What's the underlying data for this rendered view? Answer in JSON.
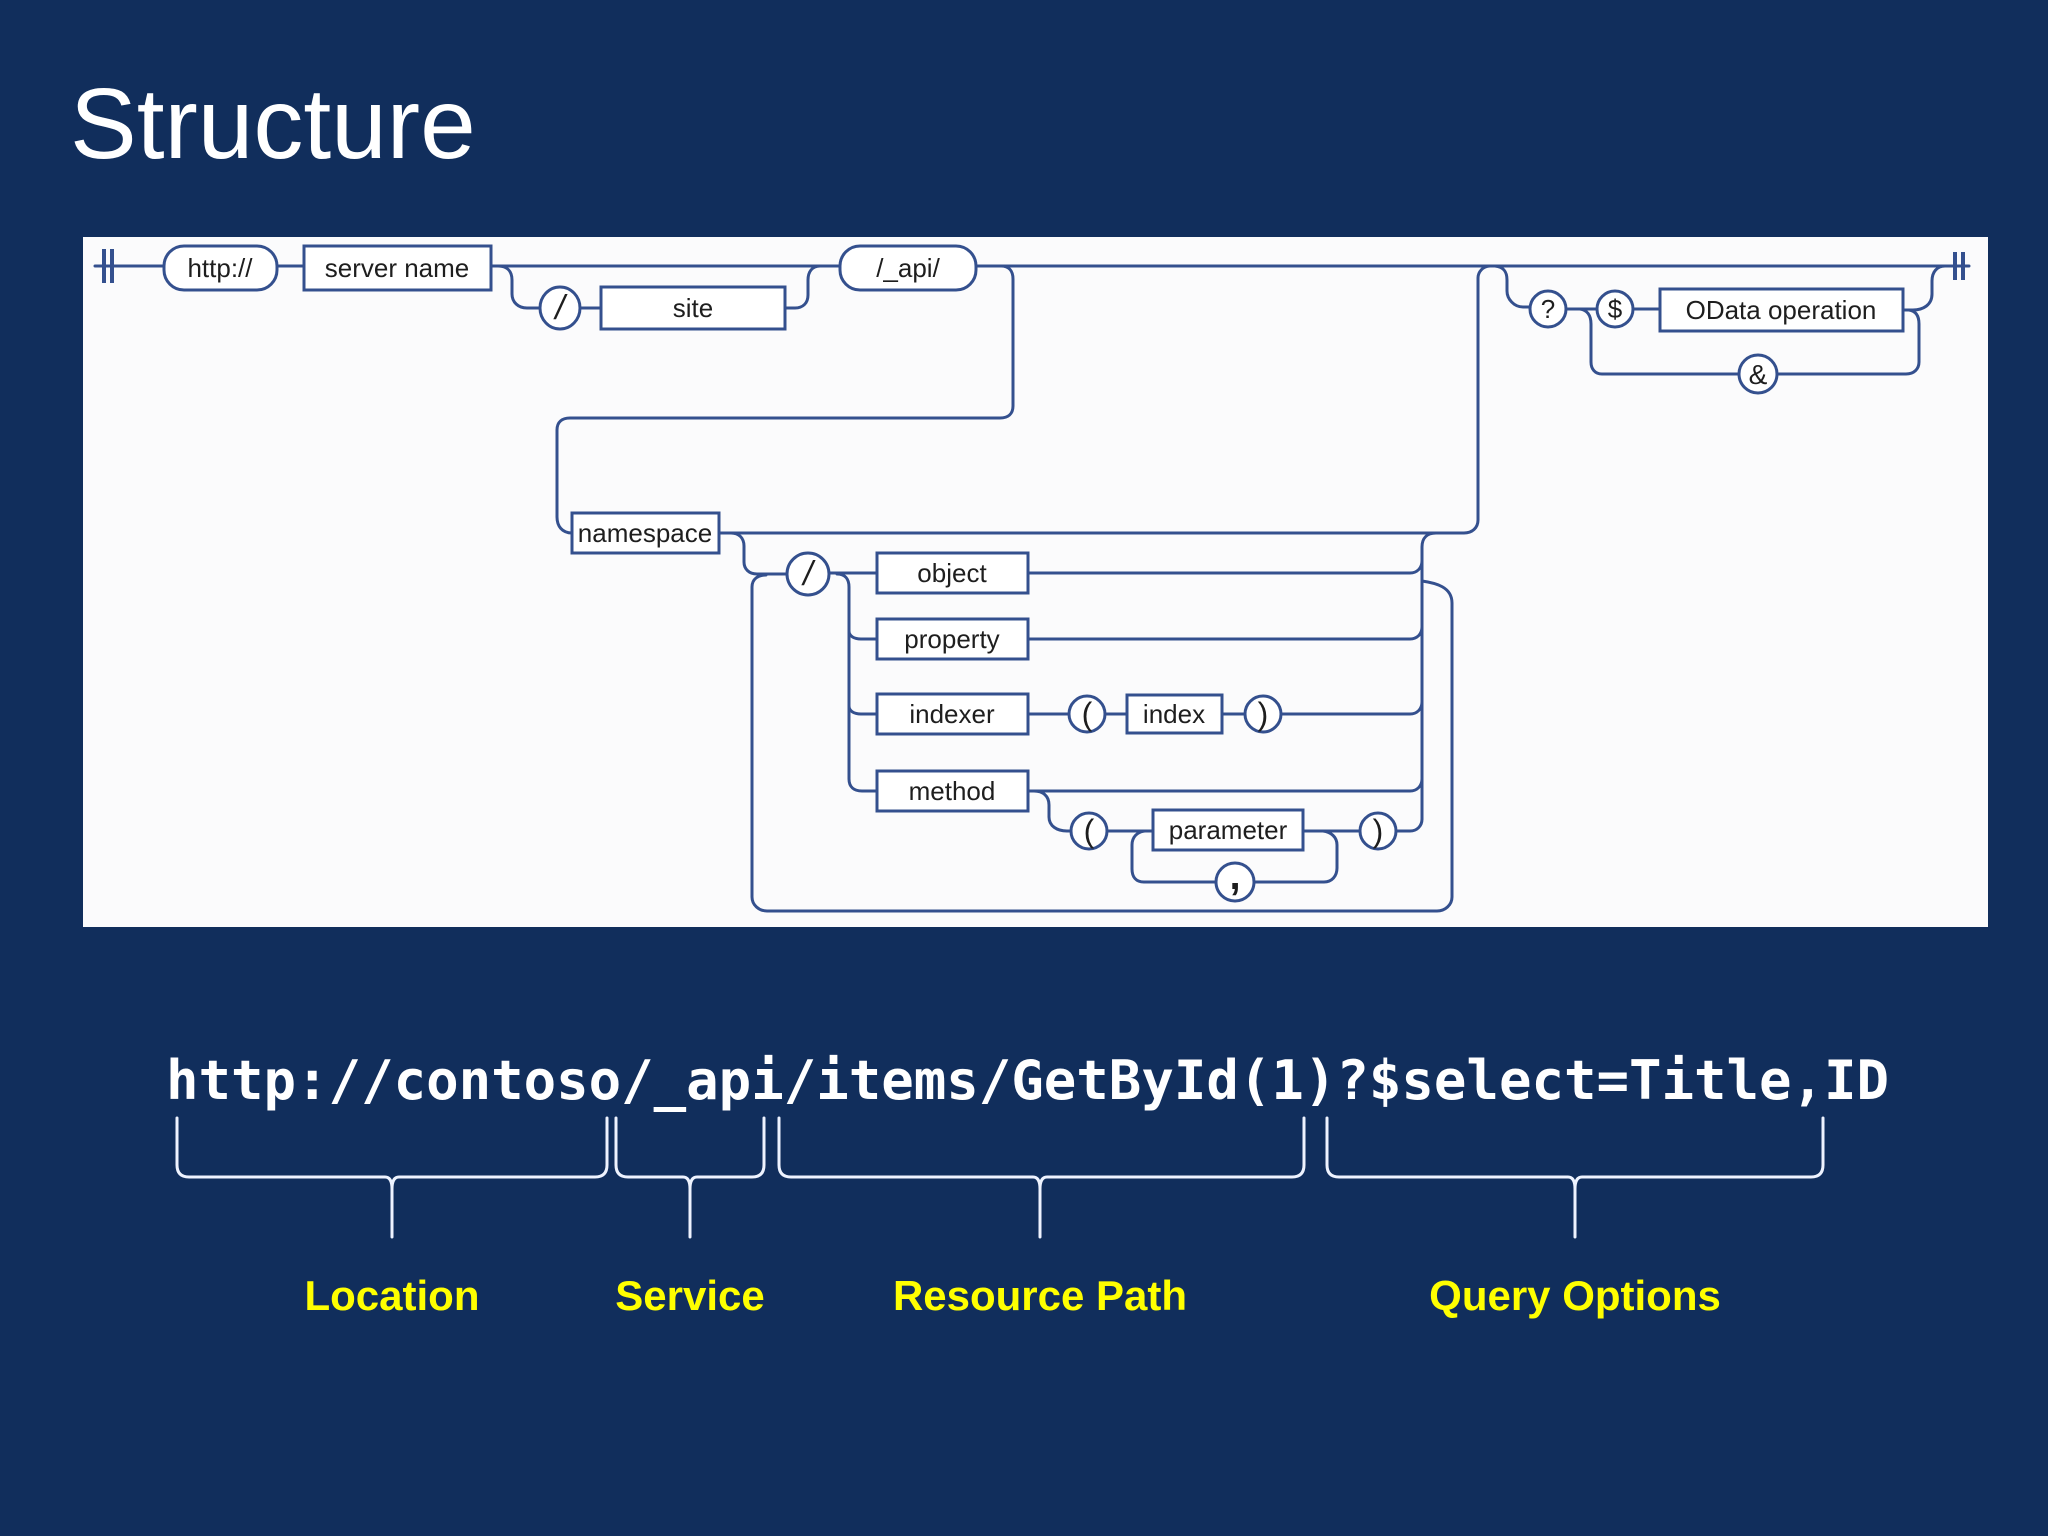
{
  "slide": {
    "title": "Structure",
    "colors": {
      "background": "#112e5c",
      "panel": "#fbfbfc",
      "diagram_line": "#34508e",
      "diagram_text": "#1e1e1e",
      "url_text": "#ffffff",
      "segment_label": "#ffff00",
      "brace": "#eef3ff"
    }
  },
  "diagram": {
    "labels": {
      "http": "http://",
      "server_name": "server name",
      "slash_site": "/",
      "site": "site",
      "api": "/_api/",
      "namespace": "namespace",
      "slash_segment": "/",
      "object": "object",
      "property": "property",
      "indexer": "indexer",
      "paren_open_index": "(",
      "index": "index",
      "paren_close_index": ")",
      "method": "method",
      "paren_open_param": "(",
      "parameter": "parameter",
      "paren_close_param": ")",
      "comma": ",",
      "question_mark": "?",
      "dollar": "$",
      "odata_operation": "OData operation",
      "ampersand": "&"
    }
  },
  "example": {
    "url": "http://contoso/_api/items/GetById(1)?$select=Title,ID",
    "segments": [
      {
        "label": "Location"
      },
      {
        "label": "Service"
      },
      {
        "label": "Resource Path"
      },
      {
        "label": "Query Options"
      }
    ]
  }
}
